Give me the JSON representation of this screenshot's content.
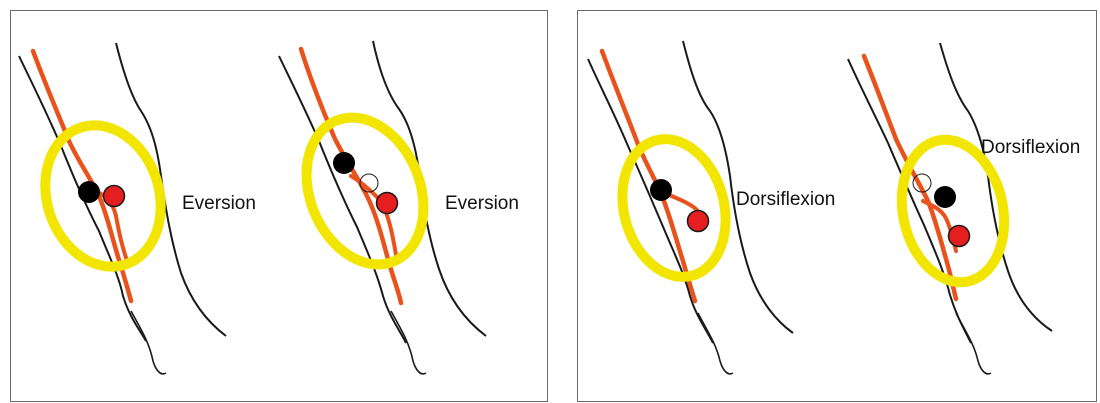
{
  "panels": [
    {
      "figures": [
        {
          "label": "Eversion"
        },
        {
          "label": "Eversion"
        }
      ]
    },
    {
      "figures": [
        {
          "label": "Dorsiflexion"
        },
        {
          "label": "Dorsiflexion"
        }
      ]
    }
  ],
  "colors": {
    "outline": "#1a1a1a",
    "tendon": "#e8521c",
    "ellipse": "#f2e600",
    "marker_black": "#000000",
    "marker_red": "#e51f1f",
    "panel_border": "#6b6b6b"
  },
  "markers": [
    "black-dot",
    "red-dot",
    "hollow-circle"
  ]
}
